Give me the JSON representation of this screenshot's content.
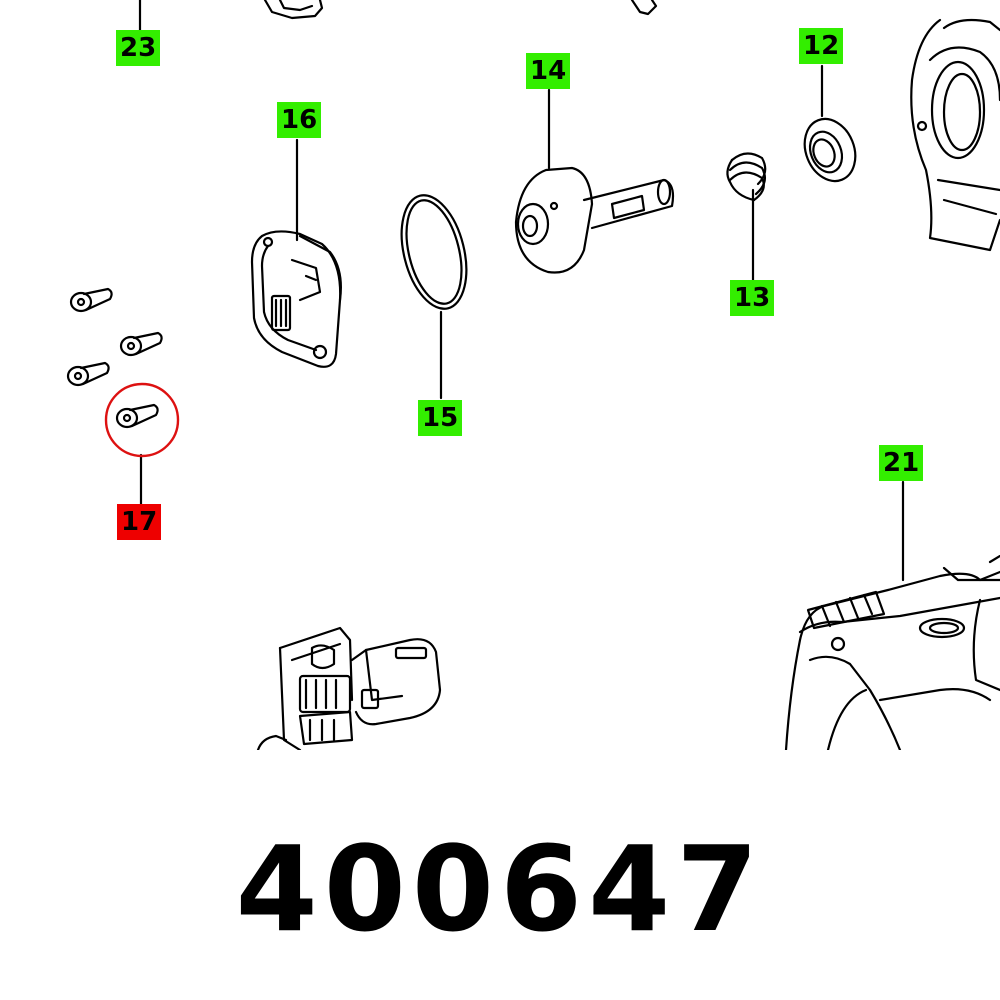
{
  "diagram": {
    "part_number": "400647",
    "highlight_color": "#ee0000",
    "label_color": "#33ee00",
    "callouts": [
      {
        "id": "23",
        "highlighted": false
      },
      {
        "id": "16",
        "highlighted": false
      },
      {
        "id": "14",
        "highlighted": false
      },
      {
        "id": "12",
        "highlighted": false
      },
      {
        "id": "13",
        "highlighted": false
      },
      {
        "id": "15",
        "highlighted": false
      },
      {
        "id": "17",
        "highlighted": true
      },
      {
        "id": "21",
        "highlighted": false
      }
    ]
  }
}
